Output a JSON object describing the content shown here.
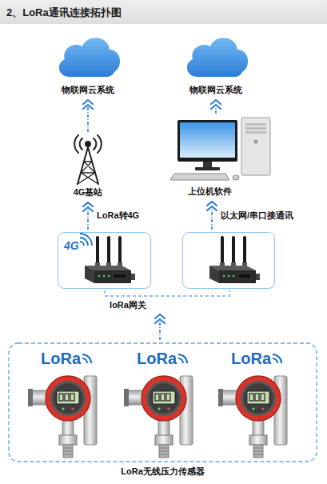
{
  "diagram": {
    "title": "2、LoRa通讯连接拓扑图",
    "nodes": [
      {
        "text": [
          "物联网云系统"
        ]
      },
      {
        "text": [
          "物联网云系统"
        ]
      },
      {
        "text": [
          "4G基站"
        ]
      },
      {
        "text": [
          "上位机软件"
        ]
      },
      {
        "text": [
          "loRa网关"
        ]
      },
      {
        "text": [
          "4G"
        ],
        "in": 4
      },
      {
        "in": 4
      },
      {
        "text": [
          "LoRa无线压力传感器"
        ]
      },
      {
        "text": [
          "LoRa"
        ],
        "in": 7
      },
      {
        "text": [
          "LoRa"
        ],
        "in": 7
      },
      {
        "text": [
          "LoRa"
        ],
        "in": 7
      }
    ],
    "edges": [
      {
        "from": 2,
        "to": 0,
        "arrow": "to"
      },
      {
        "from": 3,
        "to": 1,
        "arrow": "to"
      },
      {
        "from": 5,
        "to": 2,
        "arrow": "to",
        "label": "LoRa转4G"
      },
      {
        "from": 6,
        "to": 3,
        "arrow": "to",
        "label": "以太网/串口接通讯"
      },
      {
        "from": 7,
        "to": 4,
        "arrow": "to"
      }
    ]
  }
}
